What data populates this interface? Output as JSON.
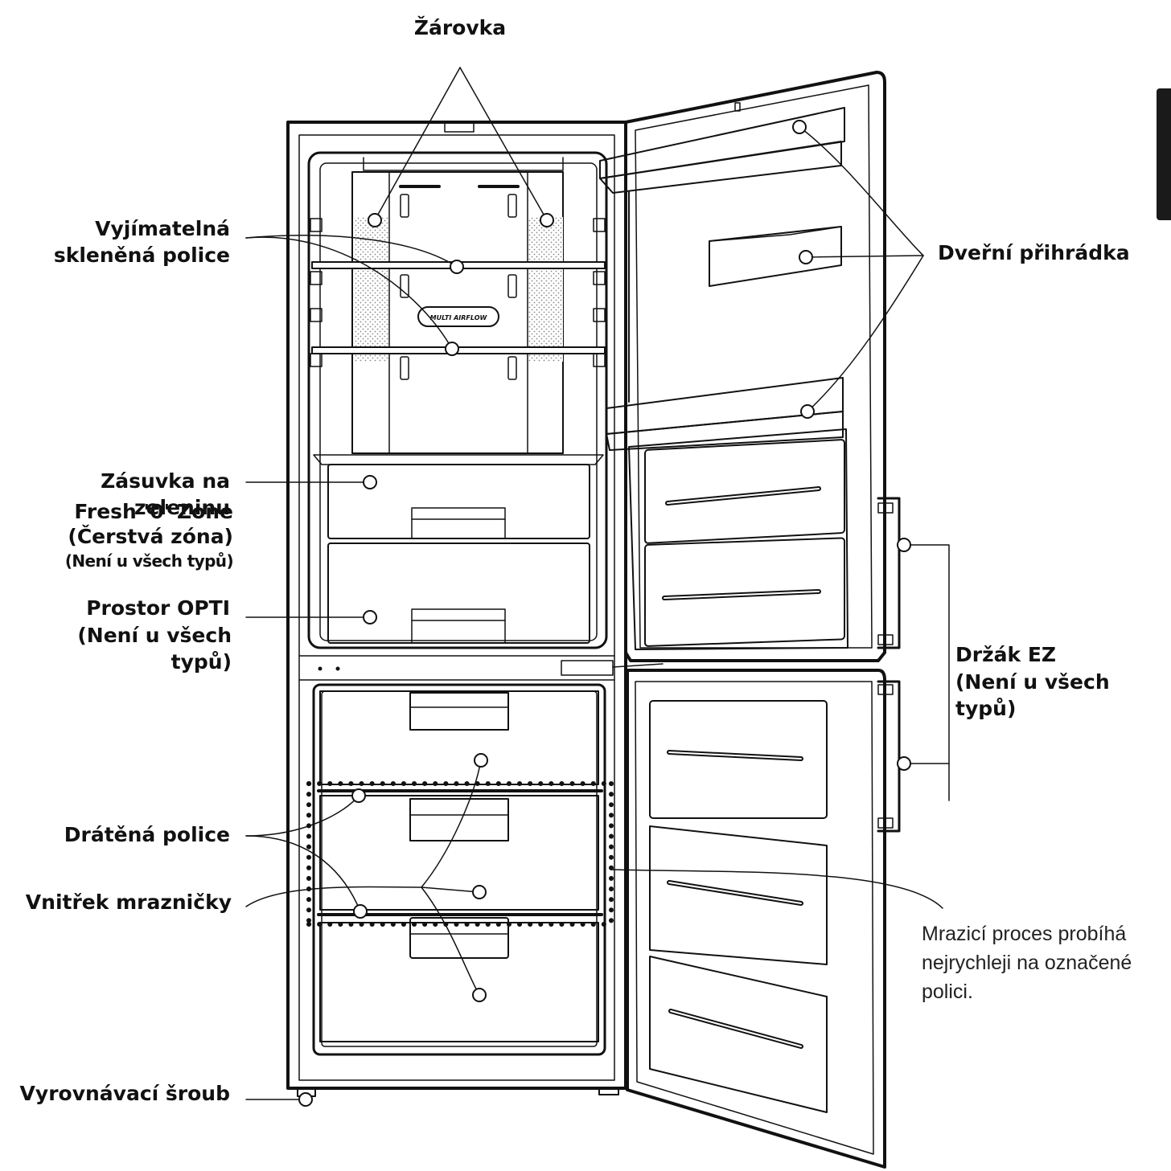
{
  "labels": {
    "bulb": "Žárovka",
    "glass_shelf_1": "Vyjímatelná",
    "glass_shelf_2": "skleněná police",
    "door_bin": "Dveřní přihrádka",
    "vegetable_drawer": "Zásuvka na zeleninu",
    "fresh_zone_1": "Fresh '0' Zone",
    "fresh_zone_2": "(Čerstvá zóna)",
    "fresh_zone_3": "(Není u všech typů)",
    "opti_1": "Prostor OPTI",
    "opti_2": "(Není u všech typů)",
    "ez_handle_1": "Držák EZ",
    "ez_handle_2": "(Není u všech typů)",
    "wire_shelf": "Drátěná police",
    "freezer_interior": "Vnitřek mrazničky",
    "leveling_screw": "Vyrovnávací šroub",
    "freeze_note_1": "Mrazicí proces probíhá",
    "freeze_note_2": "nejrychleji na označené",
    "freeze_note_3": "polici."
  },
  "badge": "MULTI AIRFLOW",
  "colors": {
    "line": "#111111",
    "background": "#ffffff",
    "side_tab": "#1a1a1a"
  }
}
